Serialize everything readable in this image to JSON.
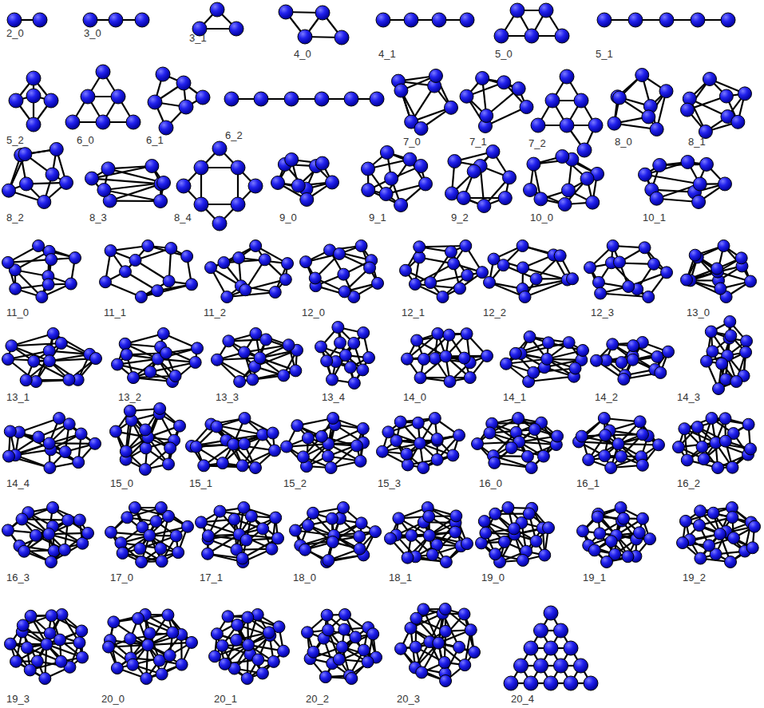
{
  "diagram": {
    "labels": [
      "2_0",
      "3_0",
      "3_1",
      "4_0",
      "4_1",
      "5_0",
      "5_1",
      "5_2",
      "6_0",
      "6_1",
      "6_2",
      "7_0",
      "7_1",
      "7_2",
      "8_0",
      "8_1",
      "8_2",
      "8_3",
      "8_4",
      "9_0",
      "9_1",
      "9_2",
      "10_0",
      "10_1",
      "11_0",
      "11_1",
      "11_2",
      "12_0",
      "12_1",
      "12_2",
      "12_3",
      "13_0",
      "13_1",
      "13_2",
      "13_3",
      "13_4",
      "14_0",
      "14_1",
      "14_2",
      "14_3",
      "14_4",
      "15_0",
      "15_1",
      "15_2",
      "15_3",
      "16_0",
      "16_1",
      "16_2",
      "16_3",
      "17_0",
      "17_1",
      "18_0",
      "18_1",
      "19_0",
      "19_1",
      "19_2",
      "19_3",
      "20_0",
      "20_1",
      "20_2",
      "20_3",
      "20_4"
    ]
  }
}
